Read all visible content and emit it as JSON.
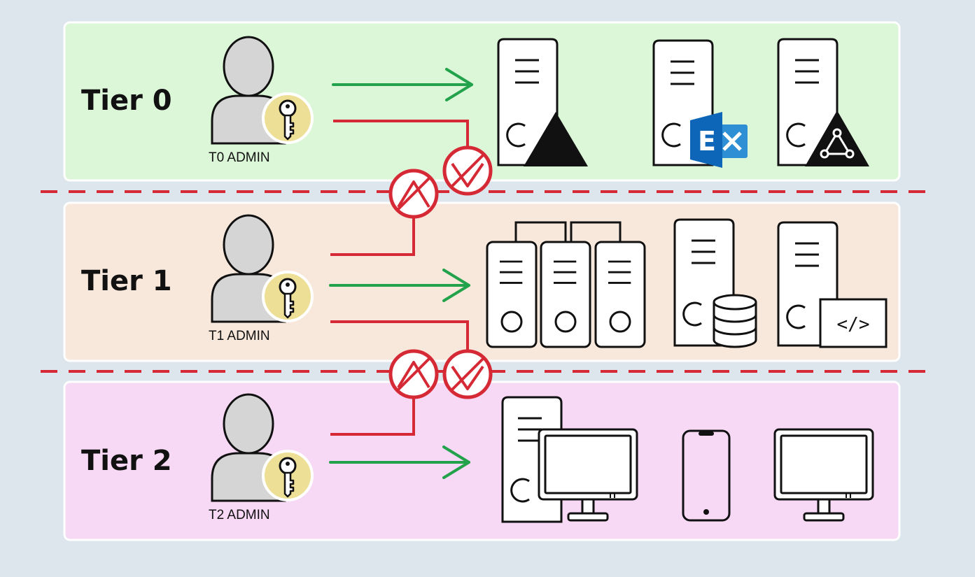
{
  "colors": {
    "background": "#dde6ec",
    "tier0": "#dcf7d8",
    "tier1": "#f8e8db",
    "tier2": "#f7d8f5",
    "allowed_arrow": "#22a24a",
    "blocked_path": "#d52a35",
    "boundary": "#d52a35",
    "person": "#d5d5d5",
    "key_badge": "#eedf96"
  },
  "tiers": [
    {
      "label": "Tier 0",
      "admin_label": "T0 ADMIN",
      "resources": [
        "domain-controller-server",
        "exchange-server",
        "identity-federation-server"
      ]
    },
    {
      "label": "Tier 1",
      "admin_label": "T1 ADMIN",
      "resources": [
        "server-cluster",
        "database-server",
        "application-server"
      ]
    },
    {
      "label": "Tier 2",
      "admin_label": "T2 ADMIN",
      "resources": [
        "workstation",
        "mobile-phone",
        "desktop-monitor"
      ]
    }
  ],
  "exchange_logo_letter": "E",
  "app_server_code": "</>",
  "icons": {
    "admin": "person-icon",
    "key": "key-icon",
    "allowed": "arrow-right-icon",
    "blocked": "no-access-icon"
  }
}
